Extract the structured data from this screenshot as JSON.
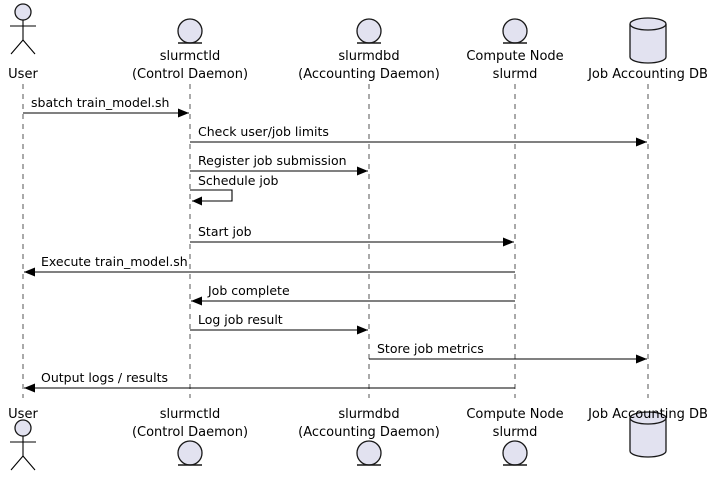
{
  "participants": [
    {
      "id": "user",
      "kind": "actor",
      "lines": [
        "User"
      ]
    },
    {
      "id": "slurmctld",
      "kind": "entity",
      "lines": [
        "slurmctld",
        "(Control Daemon)"
      ]
    },
    {
      "id": "slurmdbd",
      "kind": "entity",
      "lines": [
        "slurmdbd",
        "(Accounting Daemon)"
      ]
    },
    {
      "id": "compute",
      "kind": "entity",
      "lines": [
        "Compute Node",
        "slurmd"
      ]
    },
    {
      "id": "db",
      "kind": "database",
      "lines": [
        "Job Accounting DB"
      ]
    }
  ],
  "messages": [
    {
      "from": "user",
      "to": "slurmctld",
      "label": "sbatch train_model.sh"
    },
    {
      "from": "slurmctld",
      "to": "db",
      "label": "Check user/job limits"
    },
    {
      "from": "slurmctld",
      "to": "slurmdbd",
      "label": "Register job submission"
    },
    {
      "from": "slurmctld",
      "to": "slurmctld",
      "label": "Schedule job"
    },
    {
      "from": "slurmctld",
      "to": "compute",
      "label": "Start job"
    },
    {
      "from": "compute",
      "to": "user",
      "label": "Execute train_model.sh"
    },
    {
      "from": "compute",
      "to": "slurmctld",
      "label": "Job complete"
    },
    {
      "from": "slurmctld",
      "to": "slurmdbd",
      "label": "Log job result"
    },
    {
      "from": "slurmdbd",
      "to": "db",
      "label": "Store job metrics"
    },
    {
      "from": "compute",
      "to": "user",
      "label": "Output logs / results"
    }
  ]
}
